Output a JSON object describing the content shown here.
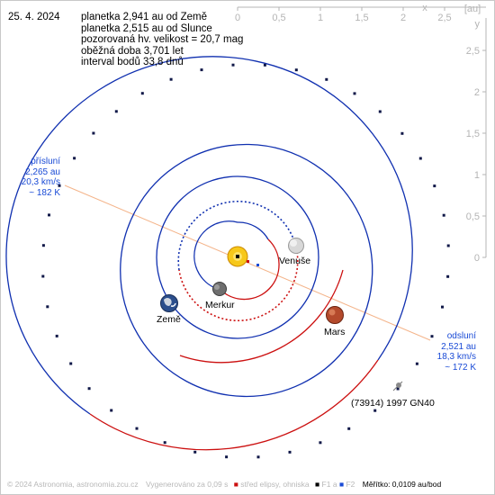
{
  "date": "25. 4. 2024",
  "info_lines": [
    "planetka 2,941 au od Země",
    "planetka 2,515 au od Slunce",
    "pozorovaná hv. velikost = 20,7 mag",
    "oběžná doba 3,701 let",
    "interval bodů 33,8 dnů"
  ],
  "axes": {
    "top_ticks": [
      "0",
      "0,5",
      "1",
      "1,5",
      "2",
      "2,5"
    ],
    "right_ticks": [
      "0",
      "0,5",
      "1",
      "1,5",
      "2",
      "2,5"
    ],
    "top_axis_name": "x",
    "right_axis_name": "y",
    "unit": "[au]"
  },
  "planets": {
    "venus": "Venuše",
    "mercury": "Merkur",
    "earth": "Země",
    "mars": "Mars"
  },
  "asteroid_label": "(73914) 1997 GN40",
  "perihelion": {
    "title": "přísluní",
    "distance": "2,265 au",
    "speed": "20,3 km/s",
    "temp": "~ 182 K"
  },
  "aphelion": {
    "title": "odsluní",
    "distance": "2,521 au",
    "speed": "18,3 km/s",
    "temp": "~ 172 K"
  },
  "footer": {
    "copyright": "© 2024 Astronomia, astronomia.zcu.cz",
    "generated": "Vygenerováno za 0,09 s",
    "center_legend": "střed elipsy, ohniska",
    "f1": "F1 a",
    "f2": "F2",
    "scale": "Měřítko: 0,0109 au/bod"
  },
  "colors": {
    "orbit_above": "#1030b0",
    "orbit_below": "#cc1010",
    "apsides_line": "#f4b48a",
    "label_blue": "#1a4bd6",
    "axis": "#b4b4b4"
  }
}
